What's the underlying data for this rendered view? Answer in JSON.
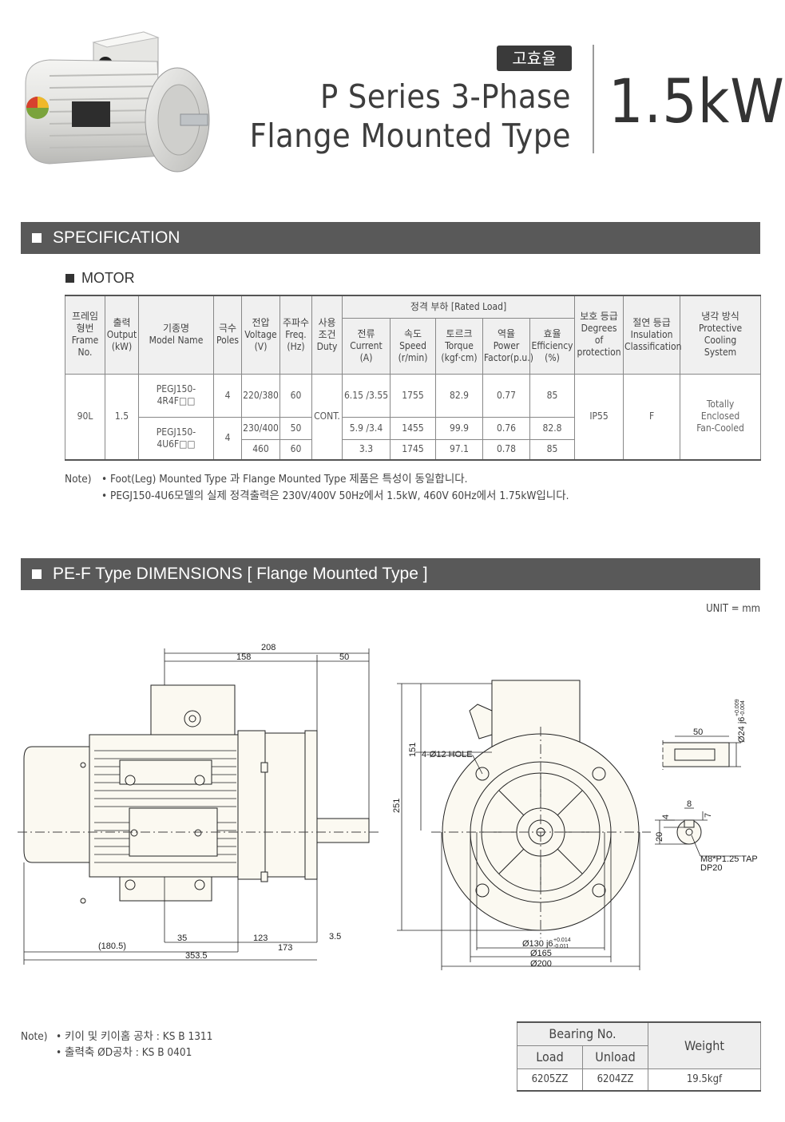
{
  "header": {
    "badge": "고효율",
    "title_line1": "P  Series 3-Phase",
    "title_line2": "Flange Mounted Type",
    "power": "1.5kW"
  },
  "sections": {
    "specification": "SPECIFICATION",
    "motor": "MOTOR",
    "dimensions": "PE-F Type DIMENSIONS [ Flange Mounted Type ]"
  },
  "spec_table": {
    "headers": {
      "frame": [
        "프레임",
        "형번",
        "Frame",
        "No."
      ],
      "output": [
        "출력",
        "Output",
        "(kW)"
      ],
      "model": [
        "기종명",
        "Model Name"
      ],
      "poles": [
        "극수",
        "Poles"
      ],
      "voltage": [
        "전압",
        "Voltage",
        "(V)"
      ],
      "freq": [
        "주파수",
        "Freq.",
        "(Hz)"
      ],
      "duty": [
        "사용",
        "조건",
        "Duty"
      ],
      "rated_load": "정격 부하 [Rated Load]",
      "current": [
        "전류",
        "Current",
        "(A)"
      ],
      "speed": [
        "속도",
        "Speed",
        "(r/min)"
      ],
      "torque": [
        "토르크",
        "Torque",
        "(kgf·cm)"
      ],
      "power_factor": [
        "역율",
        "Power",
        "Factor(p.u.)"
      ],
      "efficiency": [
        "효율",
        "Efficiency",
        "(%)"
      ],
      "protection": [
        "보호 등급",
        "Degrees",
        "of",
        "protection"
      ],
      "insulation": [
        "절연 등급",
        "Insulation",
        "Classification"
      ],
      "cooling": [
        "냉각 방식",
        "Protective",
        "Cooling",
        "System"
      ]
    },
    "frame": "90L",
    "output": "1.5",
    "duty": "CONT.",
    "protection": "IP55",
    "insulation": "F",
    "cooling": [
      "Totally",
      "Enclosed",
      "Fan-Cooled"
    ],
    "model_4p": [
      "PEGJ150-",
      "4R4F□□"
    ],
    "poles_4p": "4",
    "row1": {
      "voltage": "220/380",
      "freq": "60",
      "current": "6.15 /3.55",
      "speed": "1755",
      "torque": "82.9",
      "pf": "0.77",
      "eff": "85"
    },
    "model_6p": [
      "PEGJ150-",
      "4U6F□□"
    ],
    "poles_6p": "4",
    "row2": {
      "voltage": "230/400",
      "freq": "50",
      "current": "5.9 /3.4",
      "speed": "1455",
      "torque": "99.9",
      "pf": "0.76",
      "eff": "82.8"
    },
    "row3": {
      "voltage": "460",
      "freq": "60",
      "current": "3.3",
      "speed": "1745",
      "torque": "97.1",
      "pf": "0.78",
      "eff": "85"
    }
  },
  "notes1": {
    "label": "Note)",
    "items": [
      "• Foot(Leg) Mounted Type 과 Flange Mounted Type 제품은 특성이 동일합니다.",
      "• PEGJ150-4U6모델의 실제 정격출력은 230V/400V 50Hz에서 1.5kW, 460V 60Hz에서 1.75kW입니다."
    ]
  },
  "unit_label": "UNIT = mm",
  "dimensions": {
    "d208": "208",
    "d158": "158",
    "d50": "50",
    "d35": "35",
    "d123": "123",
    "d3_5": "3.5",
    "d180_5": "(180.5)",
    "d173": "173",
    "d353_5": "353.5",
    "d151": "151",
    "d251": "251",
    "hole": "4-Ø12 HOLE",
    "d130": "Ø130 j6",
    "d130_tol_up": "+0.014",
    "d130_tol_low": "-0.011",
    "d165": "Ø165",
    "d200": "Ø200",
    "shaft_len": "50",
    "shaft_dia": "Ø24 j6",
    "shaft_tol_up": "+0.009",
    "shaft_tol_low": "-0.004",
    "key_w": "8",
    "key_d": "7",
    "key_4": "4",
    "key_20": "20",
    "tap1": "M8*P1.25 TAP",
    "tap2": "DP20"
  },
  "notes2": {
    "label": "Note)",
    "items": [
      "• 키이 및 키이홈 공차 : KS B 1311",
      "• 출력축 ØD공차 : KS B 0401"
    ]
  },
  "bearing": {
    "header": "Bearing No.",
    "weight_header": "Weight",
    "load_header": "Load",
    "unload_header": "Unload",
    "load": "6205ZZ",
    "unload": "6204ZZ",
    "weight": "19.5kgf"
  }
}
